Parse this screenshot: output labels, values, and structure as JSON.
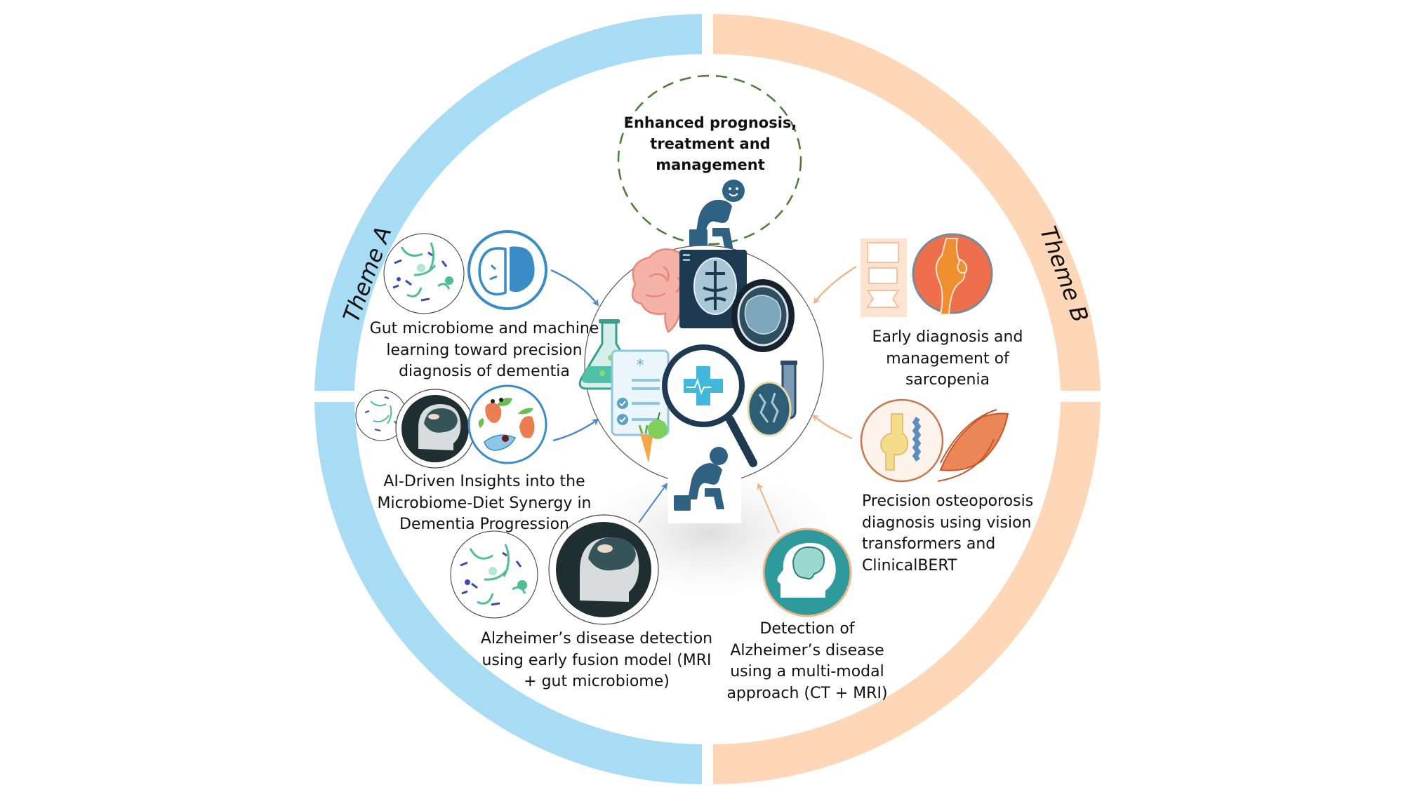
{
  "diagram": {
    "ring_colors": {
      "theme_a": "#a8dcf5",
      "theme_b": "#fdd7b7"
    },
    "outcome_border_color": "#4e7a38",
    "arrow_colors": {
      "theme_a": "#4d8ac4",
      "theme_b": "#f0b58a"
    },
    "themes": {
      "a": {
        "label": "Theme A"
      },
      "b": {
        "label": "Theme B"
      }
    },
    "outcome": {
      "lines": [
        "Enhanced prognosis,",
        "treatment and",
        "management"
      ],
      "icon": "happy-seated-person-icon"
    },
    "center": {
      "icons": [
        "brain-icon",
        "mri-scan-icon",
        "brain-scan-icon",
        "flask-icon",
        "clipboard-checklist-icon",
        "magnifier-medical-cross-icon",
        "test-tube-icon",
        "lung-scan-icon",
        "apple-icon",
        "carrot-icon",
        "sad-seated-person-icon"
      ]
    },
    "studies": [
      {
        "id": "a1",
        "theme": "A",
        "lines": [
          "Gut microbiome and machine",
          "learning toward precision",
          "diagnosis of dementia"
        ],
        "icons": [
          "microbiome-icon",
          "brain-icon"
        ]
      },
      {
        "id": "a2",
        "theme": "A",
        "lines": [
          "AI-Driven Insights into the",
          "Microbiome-Diet Synergy in",
          "Dementia Progression"
        ],
        "icons": [
          "microbiome-icon",
          "head-brain-icon",
          "diet-vegetables-icon"
        ]
      },
      {
        "id": "a3",
        "theme": "A",
        "lines": [
          "Alzheimer’s disease detection",
          "using early fusion model (MRI",
          "+ gut microbiome)"
        ],
        "icons": [
          "microbiome-icon",
          "head-brain-icon"
        ]
      },
      {
        "id": "b1",
        "theme": "B",
        "lines": [
          "Early diagnosis and",
          "management of",
          "sarcopenia"
        ],
        "icons": [
          "vertebrae-icon",
          "knee-joint-icon"
        ]
      },
      {
        "id": "b2",
        "theme": "B",
        "lines": [
          "Precision osteoporosis",
          "diagnosis using vision",
          "transformers and",
          "ClinicalBERT"
        ],
        "icons": [
          "knee-bone-icon",
          "muscle-icon"
        ]
      },
      {
        "id": "b3",
        "theme": "B",
        "lines": [
          "Detection of",
          "Alzheimer’s disease",
          "using a multi-modal",
          "approach (CT + MRI)"
        ],
        "icons": [
          "head-brain-icon"
        ]
      }
    ]
  }
}
